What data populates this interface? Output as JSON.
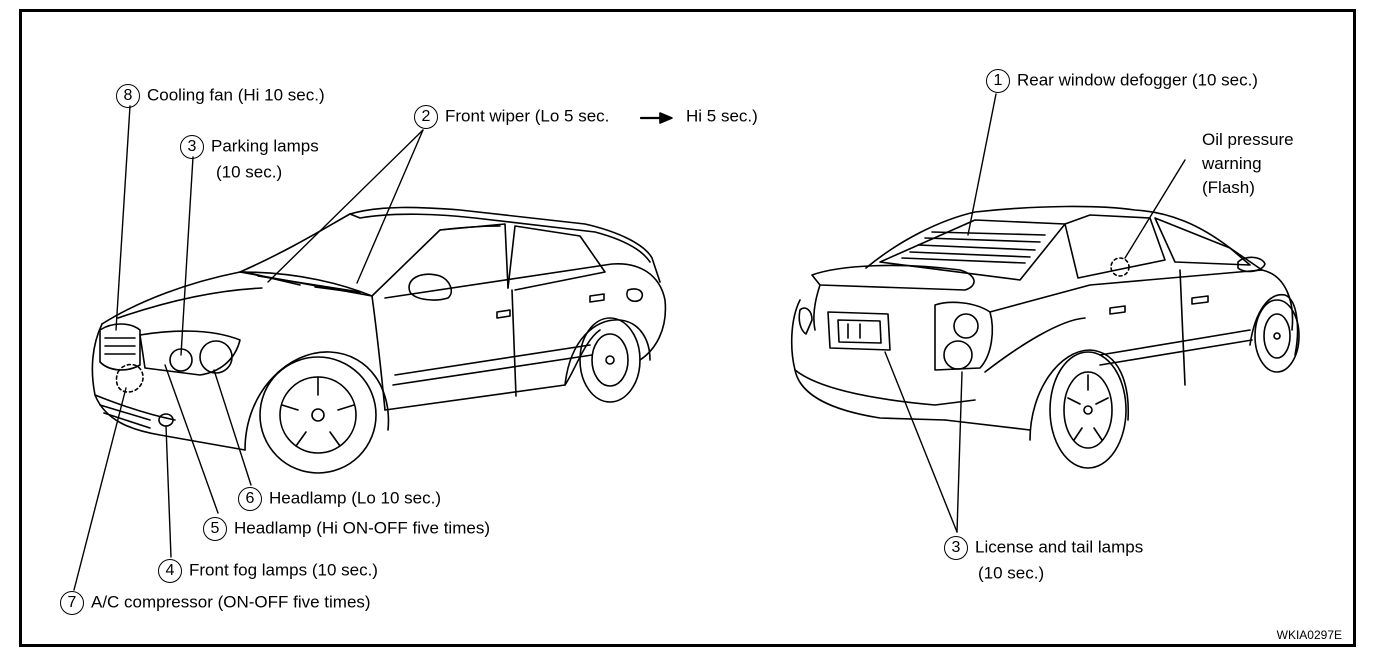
{
  "labels": {
    "cooling_fan": {
      "num": "8",
      "text": "Cooling fan (Hi 10 sec.)"
    },
    "front_wiper": {
      "num": "2",
      "text": "Front wiper (Lo 5 sec.",
      "text2": "Hi 5 sec.)"
    },
    "parking_lamps": {
      "num": "3",
      "text": "Parking lamps",
      "text2": "(10 sec.)"
    },
    "headlamp_lo": {
      "num": "6",
      "text": "Headlamp (Lo 10 sec.)"
    },
    "headlamp_hi": {
      "num": "5",
      "text": "Headlamp (Hi ON-OFF five times)"
    },
    "front_fog": {
      "num": "4",
      "text": "Front fog lamps (10 sec.)"
    },
    "ac_compressor": {
      "num": "7",
      "text": "A/C compressor (ON-OFF five times)"
    },
    "rear_defogger": {
      "num": "1",
      "text": "Rear window defogger (10 sec.)"
    },
    "oil_pressure": {
      "line1": "Oil pressure",
      "line2": "warning",
      "line3": "(Flash)"
    },
    "license_tail": {
      "num": "3",
      "text": "License and tail lamps",
      "text2": "(10 sec.)"
    }
  },
  "figure_code": "WKIA0297E"
}
